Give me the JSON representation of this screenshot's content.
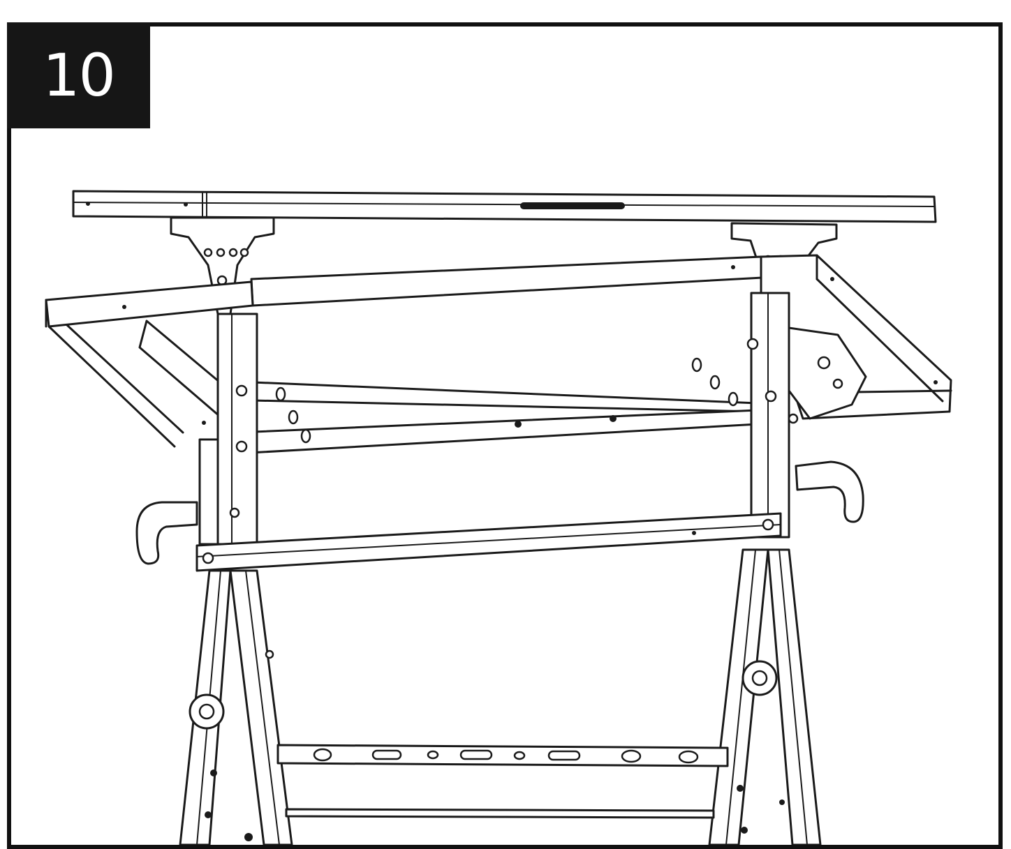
{
  "step": {
    "number": "10"
  },
  "colors": {
    "ink": "#1a1a1a",
    "badge_bg": "#161616",
    "badge_text": "#ffffff",
    "paper": "#ffffff"
  },
  "diagram": {
    "subject": "workbench-frame-assembly",
    "icons": [
      "workbench-top-board",
      "side-frame",
      "crossbar",
      "clamp-handle",
      "adjustment-knob"
    ]
  }
}
